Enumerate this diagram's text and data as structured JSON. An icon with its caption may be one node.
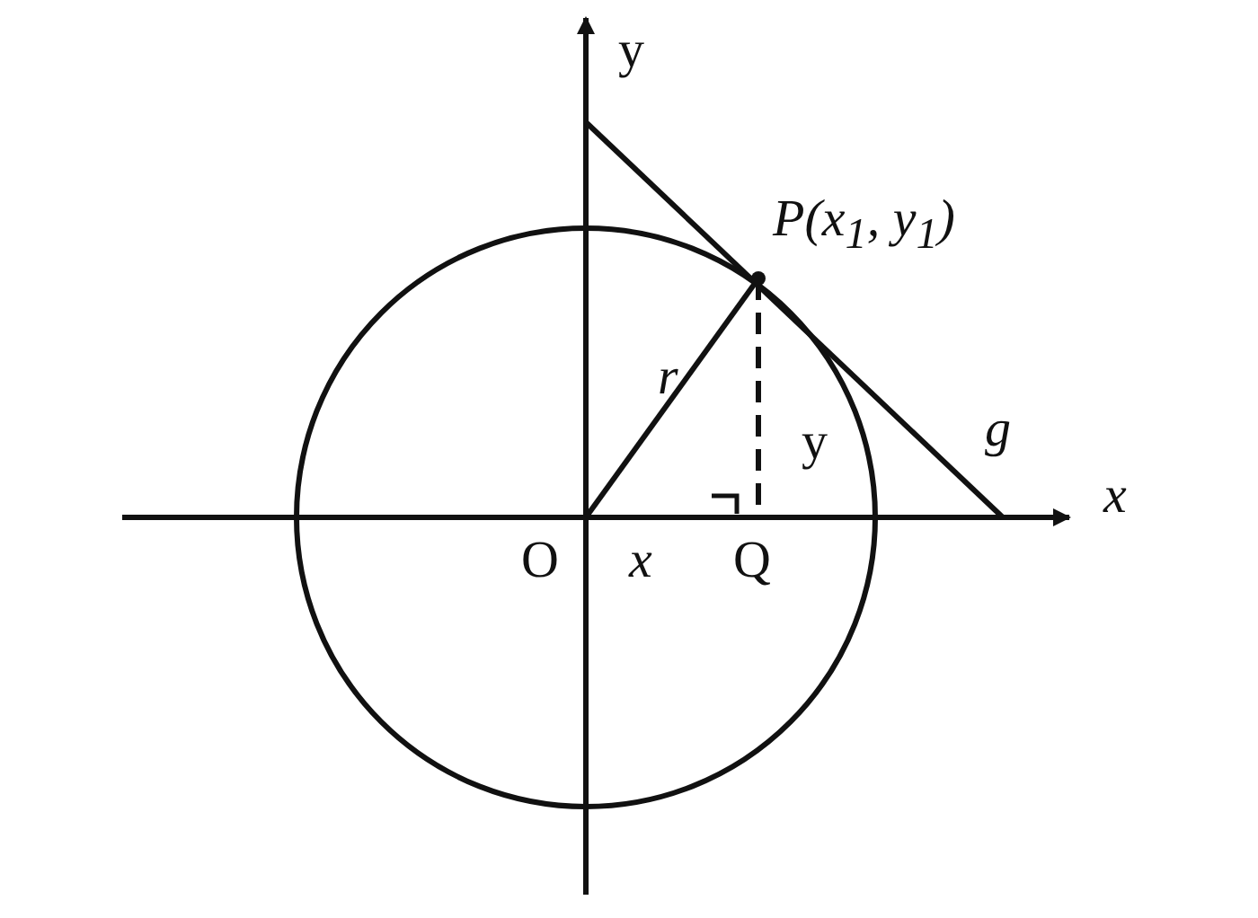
{
  "diagram": {
    "labels": [
      "y",
      "P(x$_{1}$, y$_{1}$)",
      "r",
      "y",
      "g",
      "x",
      "O",
      "x",
      "Q"
    ]
  }
}
